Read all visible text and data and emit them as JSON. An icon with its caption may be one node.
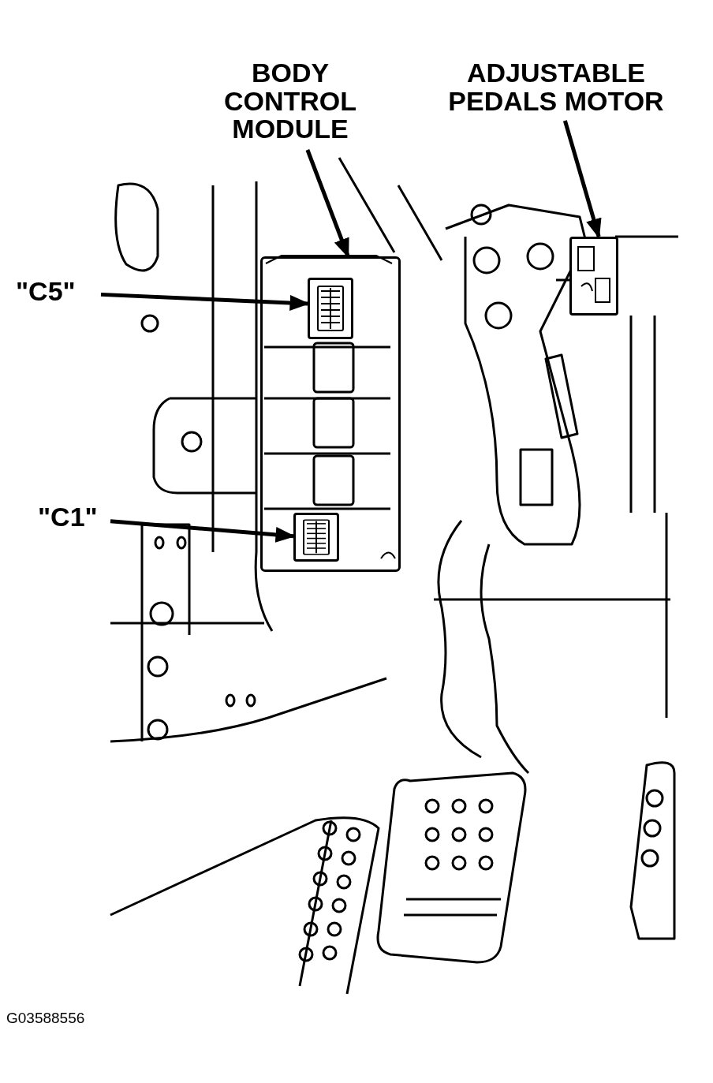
{
  "diagram": {
    "nodes": [
      {
        "text": [
          "BODY CONTROL MODULE"
        ]
      },
      {
        "text": [
          "ADJUSTABLE PEDALS MOTOR"
        ]
      },
      {
        "text": [
          "\"C5\""
        ]
      },
      {
        "text": [
          "\"C1\""
        ]
      },
      {
        "text": [],
        "shape": "picture"
      },
      {
        "text": [],
        "shape": "picture"
      },
      {
        "text": [],
        "shape": "picture",
        "in": 4
      },
      {
        "text": [],
        "shape": "picture",
        "in": 4
      }
    ],
    "edges": [
      {
        "from": 0,
        "to": 4,
        "arrow": "to"
      },
      {
        "from": 1,
        "to": 5,
        "arrow": "to"
      },
      {
        "from": 2,
        "to": 6,
        "arrow": "to"
      },
      {
        "from": 3,
        "to": 7,
        "arrow": "to"
      }
    ],
    "labels": [
      "G03588556"
    ]
  }
}
